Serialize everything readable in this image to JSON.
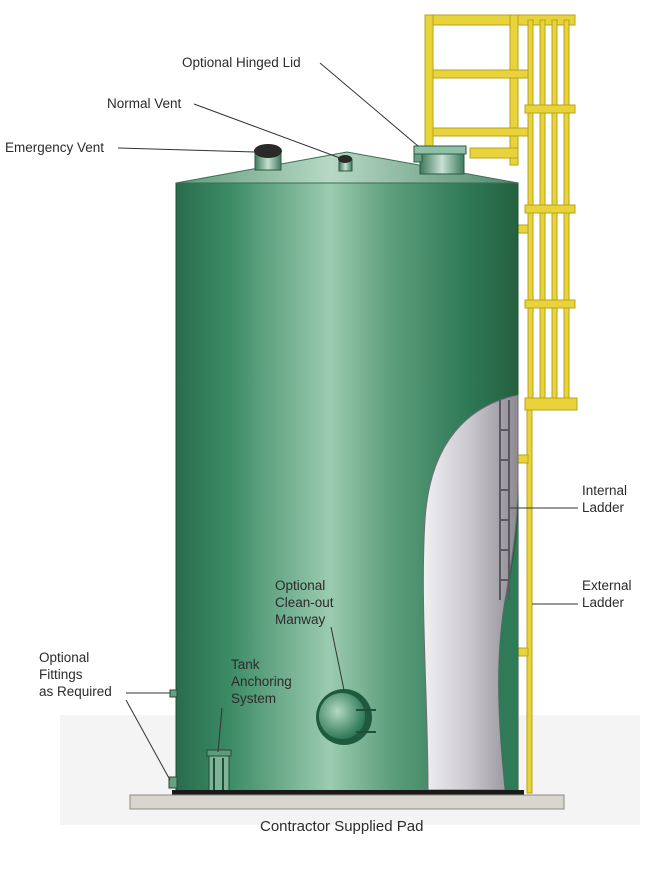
{
  "labels": {
    "optional_hinged_lid": "Optional Hinged Lid",
    "normal_vent": "Normal Vent",
    "emergency_vent": "Emergency Vent",
    "internal_ladder": "Internal\nLadder",
    "external_ladder": "External\nLadder",
    "optional_cleanout_manway": "Optional\nClean-out\nManway",
    "optional_fittings": "Optional\nFittings\nas Required",
    "tank_anchoring_system": "Tank\nAnchoring\nSystem",
    "contractor_supplied_pad": "Contractor Supplied Pad"
  },
  "colors": {
    "tank_green": "#2f7a57",
    "tank_highlight": "#8cc2a4",
    "interior": "#cfcdd3",
    "ladder_yellow": "#e8d43a",
    "pad": "#d9d6cf",
    "leader_line": "#333333"
  }
}
